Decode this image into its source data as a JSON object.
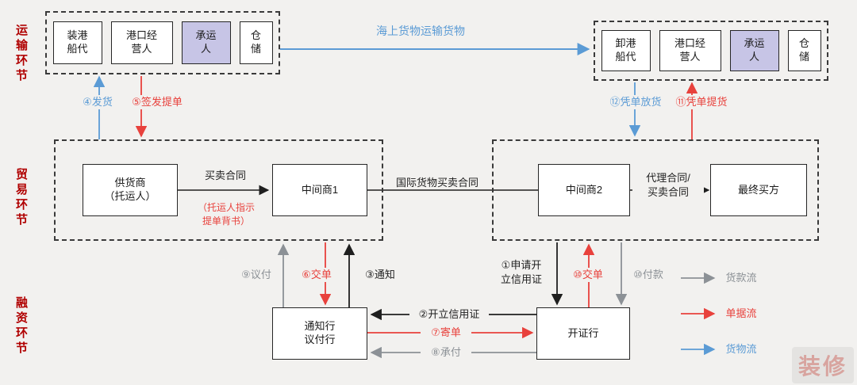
{
  "side_labels": {
    "transport": "运输环节",
    "trade": "贸易环节",
    "finance": "融资环节"
  },
  "transport_left": {
    "items": [
      "装港\n船代",
      "港口经\n营人",
      "承运\n人",
      "仓\n储"
    ]
  },
  "transport_right": {
    "items": [
      "卸港\n船代",
      "港口经\n营人",
      "承运\n人",
      "仓\n储"
    ]
  },
  "trade": {
    "supplier": "供货商\n（托运人）",
    "middleman1": "中间商1",
    "middleman2": "中间商2",
    "final_buyer": "最终买方",
    "sales_contract": "买卖合同",
    "intl_contract": "国际货物买卖合同",
    "agency_contract": "代理合同/\n买卖合同",
    "endorse_note": "（托运人指示\n提单背书）"
  },
  "banks": {
    "advising": "通知行\n议付行",
    "issuing": "开证行"
  },
  "flows": {
    "sea": "海上货物运输货物",
    "f4": "④发货",
    "f5": "⑤签发提单",
    "f12": "⑫凭单放货",
    "f11": "⑪凭单提货",
    "f9": "⑨议付",
    "f6": "⑥交单",
    "f3": "③通知",
    "f1": "①申请开\n立信用证",
    "f10_doc": "⑩交单",
    "f10_pay": "⑩付款",
    "f2": "②开立信用证",
    "f7": "⑦寄单",
    "f8": "⑧承付"
  },
  "legend": {
    "payment": "货款流",
    "document": "单据流",
    "goods": "货物流"
  },
  "watermark": "装修",
  "colors": {
    "side_label_red": "#b00000",
    "flow_red": "#e8413c",
    "flow_blue": "#5b9bd5",
    "flow_gray": "#8c9196",
    "flow_black": "#1f1f1f",
    "carrier_fill": "#c7c5e6"
  }
}
